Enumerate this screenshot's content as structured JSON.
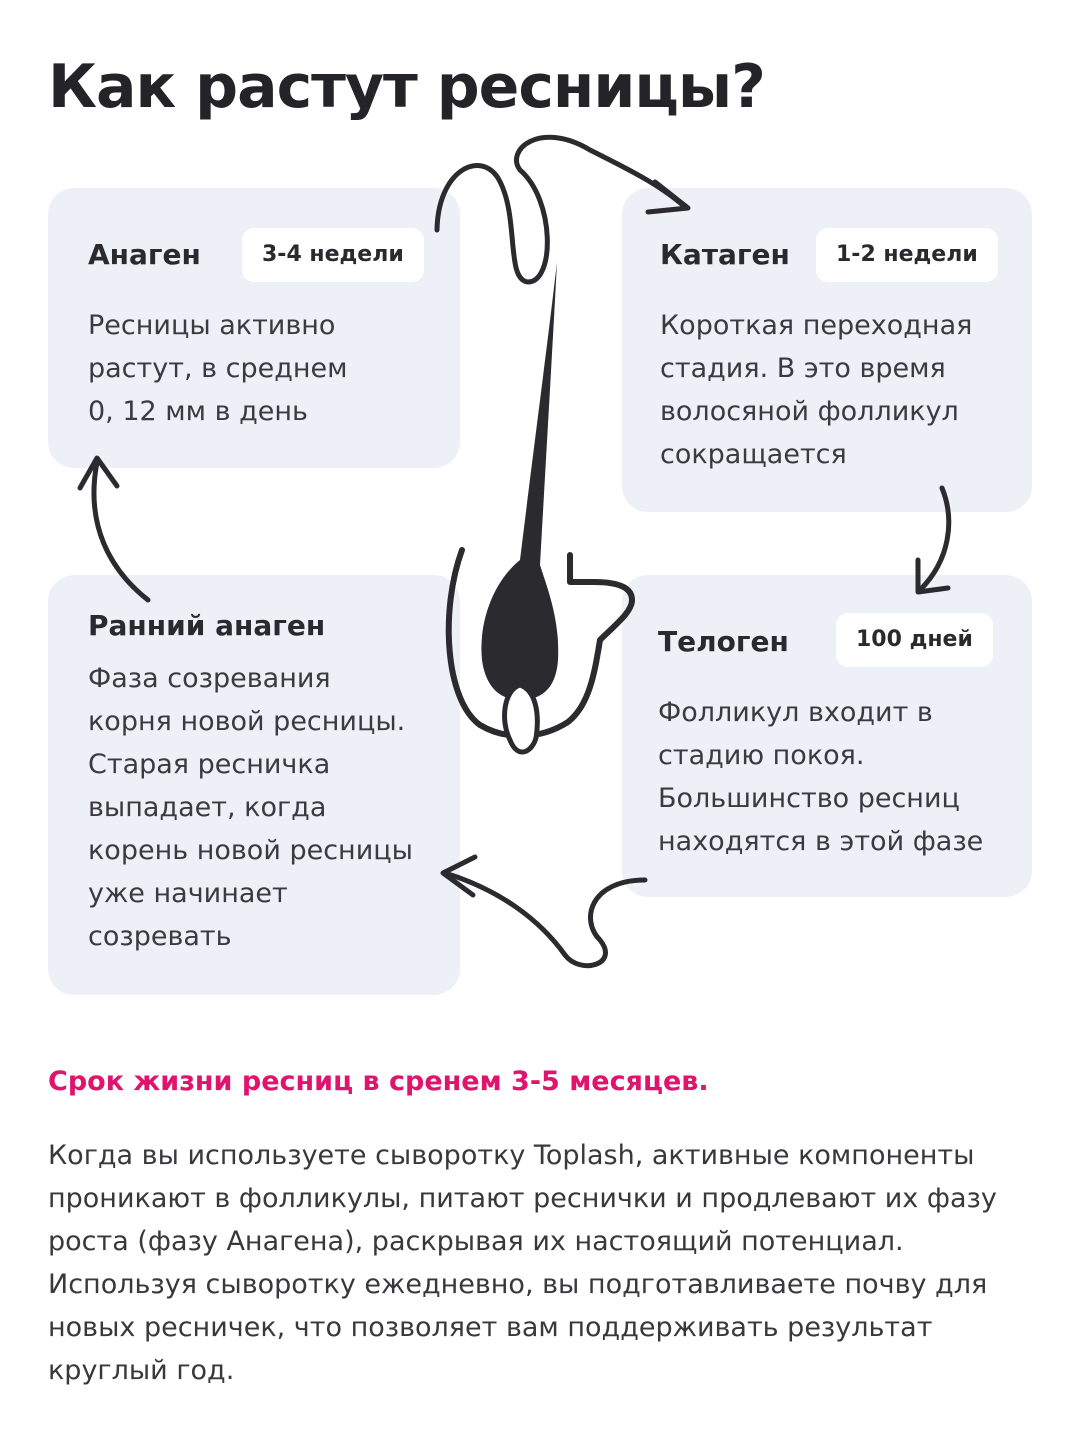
{
  "page_title": "Как растут ресницы?",
  "stages": {
    "anagen": {
      "name": "Анаген",
      "duration": "3-4 недели",
      "text_lines": [
        "Ресницы активно",
        "растут, в среднем",
        "0, 12 мм в день"
      ]
    },
    "catagen": {
      "name": "Катаген",
      "duration": "1-2 недели",
      "text_lines": [
        "Короткая переходная",
        "стадия. В это время",
        "волосяной фолликул",
        "сокращается"
      ]
    },
    "early_anagen": {
      "name": "Ранний анаген",
      "text_lines": [
        "Фаза созревания",
        "корня новой ресницы.",
        "Старая ресничка",
        "выпадает, когда",
        "корень новой ресницы",
        "уже начинает",
        "созревать"
      ]
    },
    "telogen": {
      "name": "Телоген",
      "duration": "100 дней",
      "text_lines": [
        "Фолликул входит в",
        "стадию покоя.",
        "Большинство ресниц",
        "находятся в этой фазе"
      ]
    }
  },
  "highlight": "Срок жизни ресниц в сренем 3-5 месяцев.",
  "body_lines": [
    "Когда вы используете сыворотку Toplash, активные компоненты",
    "проникают в фолликулы, питают реснички и продлевают их фазу",
    "роста (фазу Анагена), раскрывая их настоящий потенциал.",
    "Используя сыворотку ежедневно, вы подготавливаете почву для",
    "новых ресничек, что позволяет вам поддерживать результат",
    "круглый год."
  ],
  "colors": {
    "card_bg": "#edf0f6",
    "accent_pink": "#e0136d",
    "ink": "#2b2b2f"
  },
  "icons": [
    "eyelash-follicle-icon",
    "cycle-arrow-icon"
  ]
}
